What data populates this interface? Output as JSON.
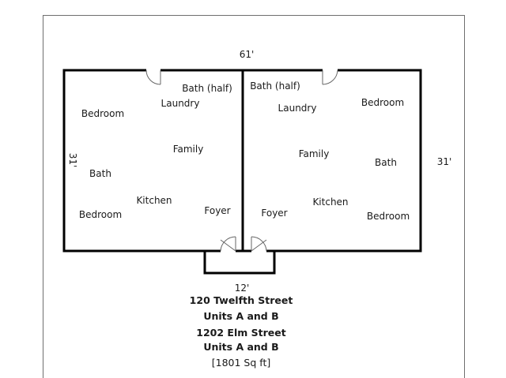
{
  "dimensions": {
    "width": "61'",
    "height_left": "31'",
    "height_right": "31'",
    "porch_width": "12'"
  },
  "units": {
    "left": {
      "rooms": [
        "Bath (half)",
        "Laundry",
        "Bedroom",
        "Family",
        "Bath",
        "Kitchen",
        "Bedroom",
        "Foyer"
      ]
    },
    "right": {
      "rooms": [
        "Bath (half)",
        "Laundry",
        "Bedroom",
        "Family",
        "Bath",
        "Kitchen",
        "Foyer",
        "Bedroom"
      ]
    }
  },
  "caption": {
    "line1": "120 Twelfth Street",
    "line2": "Units A and B",
    "line3": "1202 Elm Street",
    "line4": "Units A and B",
    "line5": "[1801 Sq ft]"
  }
}
